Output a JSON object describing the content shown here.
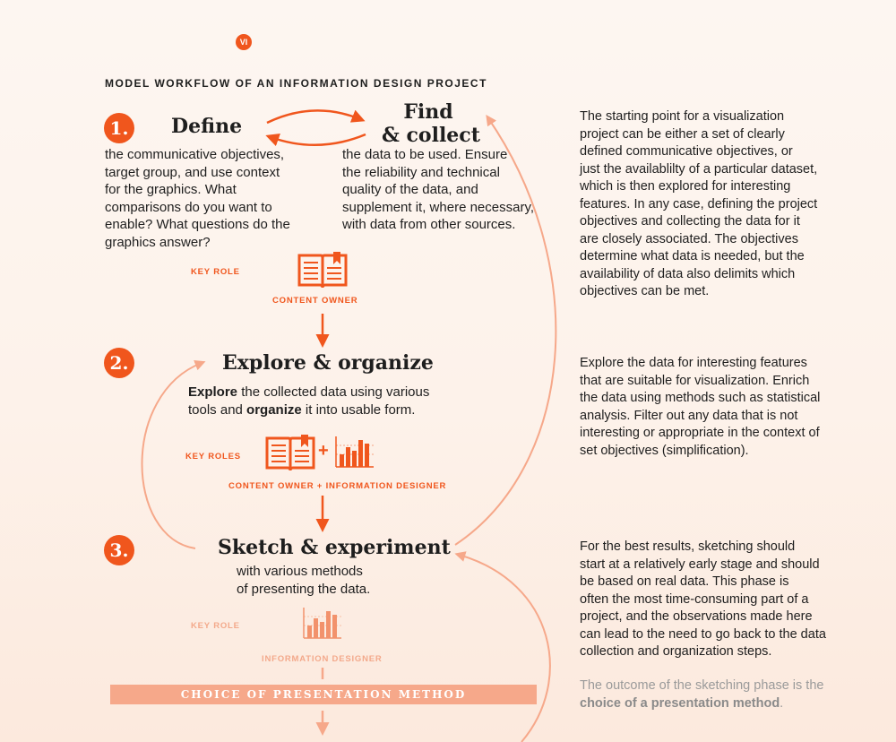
{
  "page": {
    "badge": "VI",
    "heading": "MODEL WORKFLOW OF AN INFORMATION DESIGN PROJECT"
  },
  "steps": {
    "s1": {
      "number": "1.",
      "define_title": "Define",
      "find_title_line1": "Find",
      "find_title_line2": "& collect",
      "define_lines": [
        "the communicative objectives,",
        "target group, and use context",
        "for the graphics. What",
        "comparisons do you want to",
        "enable? What questions do the",
        "graphics answer?"
      ],
      "find_lines": [
        "the data to be used. Ensure",
        "the reliability and technical",
        "quality of the data, and",
        "supplement it, where necessary,",
        "with data from other sources."
      ],
      "key_role_label": "KEY ROLE",
      "role_name": "CONTENT OWNER"
    },
    "s2": {
      "number": "2.",
      "title": "Explore & organize",
      "line1_bold1": "Explore",
      "line1_rest": " the collected data using various",
      "line2_pre": "tools and ",
      "line2_bold": "organize",
      "line2_rest": " it into usable form.",
      "key_role_label": "KEY ROLES",
      "plus": "+",
      "role_name": "CONTENT OWNER + INFORMATION DESIGNER"
    },
    "s3": {
      "number": "3.",
      "title": "Sketch & experiment",
      "lines": [
        "with various methods",
        "of presenting the data."
      ],
      "key_role_label": "KEY ROLE",
      "role_name": "INFORMATION DESIGNER"
    }
  },
  "band": {
    "label": "CHOICE OF PRESENTATION METHOD"
  },
  "side": {
    "p1": [
      "The starting point for a visualization",
      "project can be either a set of clearly",
      "defined communicative objectives, or",
      "just the availablilty of a particular dataset,",
      "which is then explored for interesting",
      "features. In any case, defining the project",
      "objectives and collecting the data for it",
      "are closely associated. The objectives",
      "determine what data is needed, but the",
      "availability of data also delimits which",
      "objectives can be met."
    ],
    "p2": [
      "Explore the data for interesting features",
      "that are suitable for visualization. Enrich",
      "the data using methods such as statistical",
      "analysis. Filter out any data that is not",
      "interesting or appropriate in the context of",
      "set objectives (simplification)."
    ],
    "p3": [
      "For the best results, sketching should",
      "start at a relatively early stage and should",
      "be based on real data. This phase is",
      "often the most time-consuming part of a",
      "project, and the observations made here",
      "can lead to the need to go back to the data",
      "collection and organization steps."
    ],
    "p4_line1": "The outcome of the sketching phase is the",
    "p4_bold": "choice of a presentation method",
    "p4_end": "."
  },
  "colors": {
    "accent": "#f0561d",
    "accent_light": "#f6a88a",
    "text": "#1e1e1e",
    "faded_text": "#9a9a9a"
  },
  "icons": [
    "book-icon",
    "bar-chart-icon",
    "arrow-down-icon",
    "curved-arrow-icon"
  ]
}
